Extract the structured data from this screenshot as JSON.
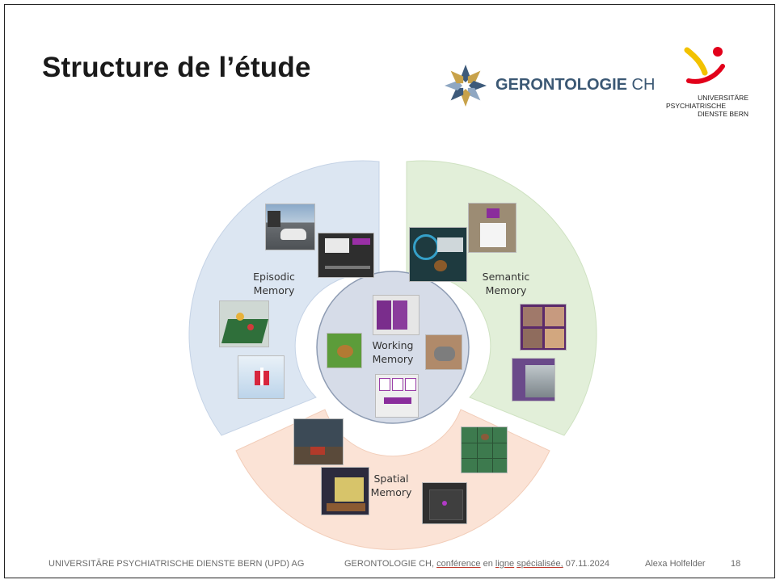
{
  "slide": {
    "title": "Structure de l’étude",
    "page_number": "18"
  },
  "logos": {
    "gerontologie": {
      "bold": "GERONTOLOGIE",
      "light": "CH"
    },
    "upd": {
      "line1": "UNIVERSITÄRE",
      "line2": "PSYCHIATRISCHE",
      "line3": "DIENSTE BERN"
    }
  },
  "diagram": {
    "segments": {
      "episodic": {
        "line1": "Episodic",
        "line2": "Memory",
        "color": "#dce6f2"
      },
      "semantic": {
        "line1": "Semantic",
        "line2": "Memory",
        "color": "#e2efd9"
      },
      "spatial": {
        "line1": "Spatial",
        "line2": "Memory",
        "color": "#fbe3d6"
      },
      "working": {
        "line1": "Working",
        "line2": "Memory",
        "color": "#d6dce8"
      }
    }
  },
  "footer": {
    "institution": "UNIVERSITÄRE PSYCHIATRISCHE DIENSTE BERN (UPD) AG",
    "event_prefix": "GERONTOLOGIE CH,",
    "event_word1": "conférence",
    "event_mid": "en",
    "event_word2": "ligne",
    "event_word3": "spécialisée,",
    "date": "07.11.2024",
    "author": "Alexa Holfelder"
  }
}
